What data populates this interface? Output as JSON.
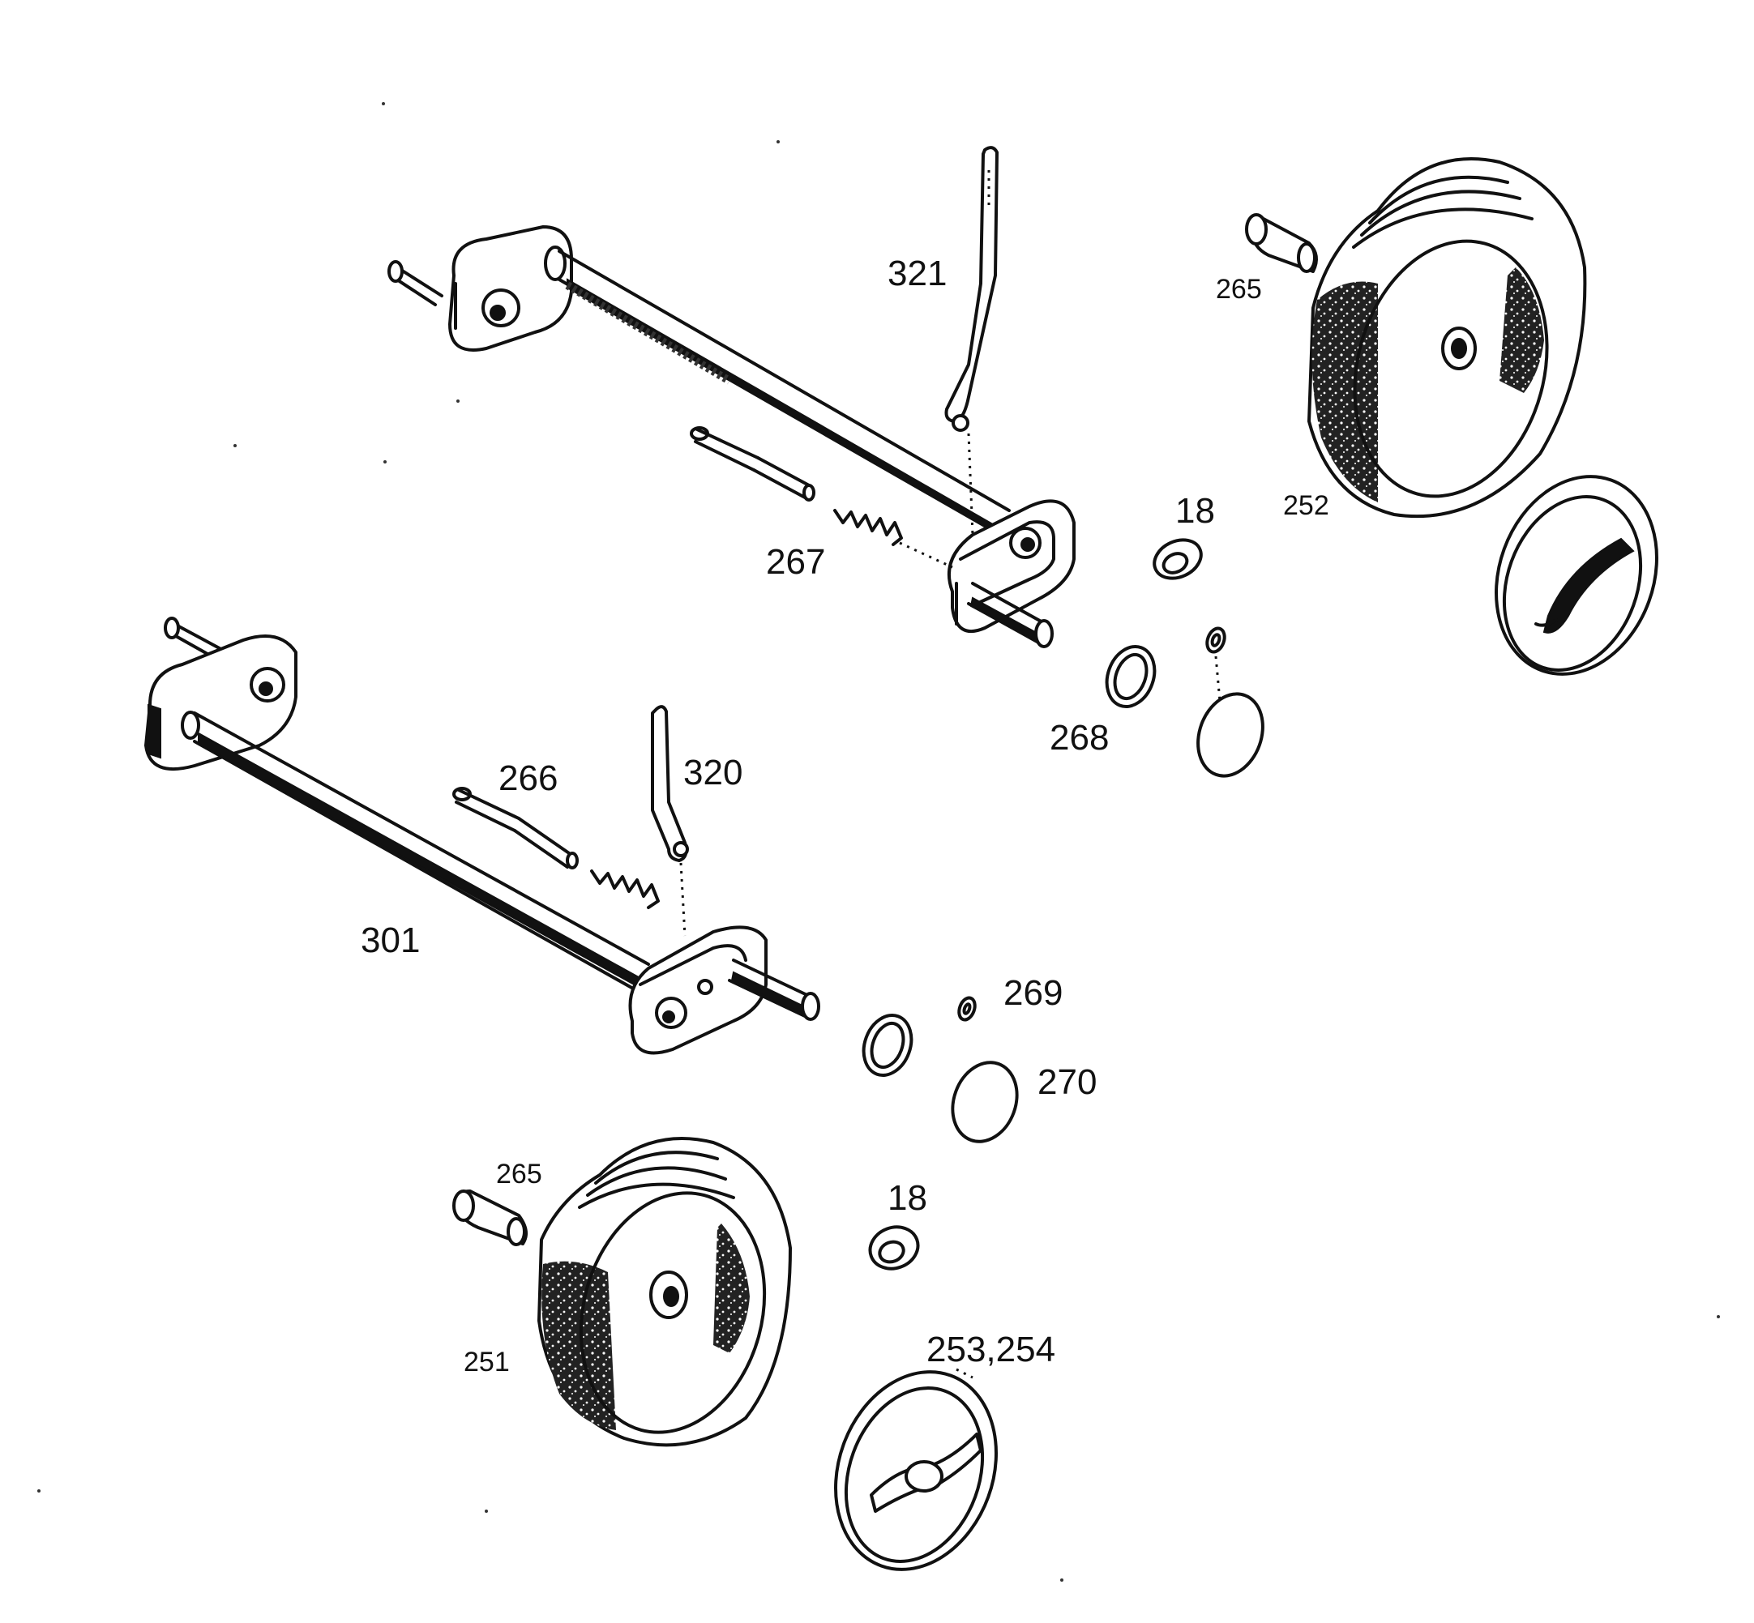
{
  "labels": {
    "p321": "321",
    "p265_top": "265",
    "p252": "252",
    "p18_top": "18",
    "p267": "267",
    "p268": "268",
    "p266": "266",
    "p320": "320",
    "p301": "301",
    "p269": "269",
    "p270": "270",
    "p265_bottom": "265",
    "p18_bottom": "18",
    "p251": "251",
    "p253_254": "253,254"
  }
}
